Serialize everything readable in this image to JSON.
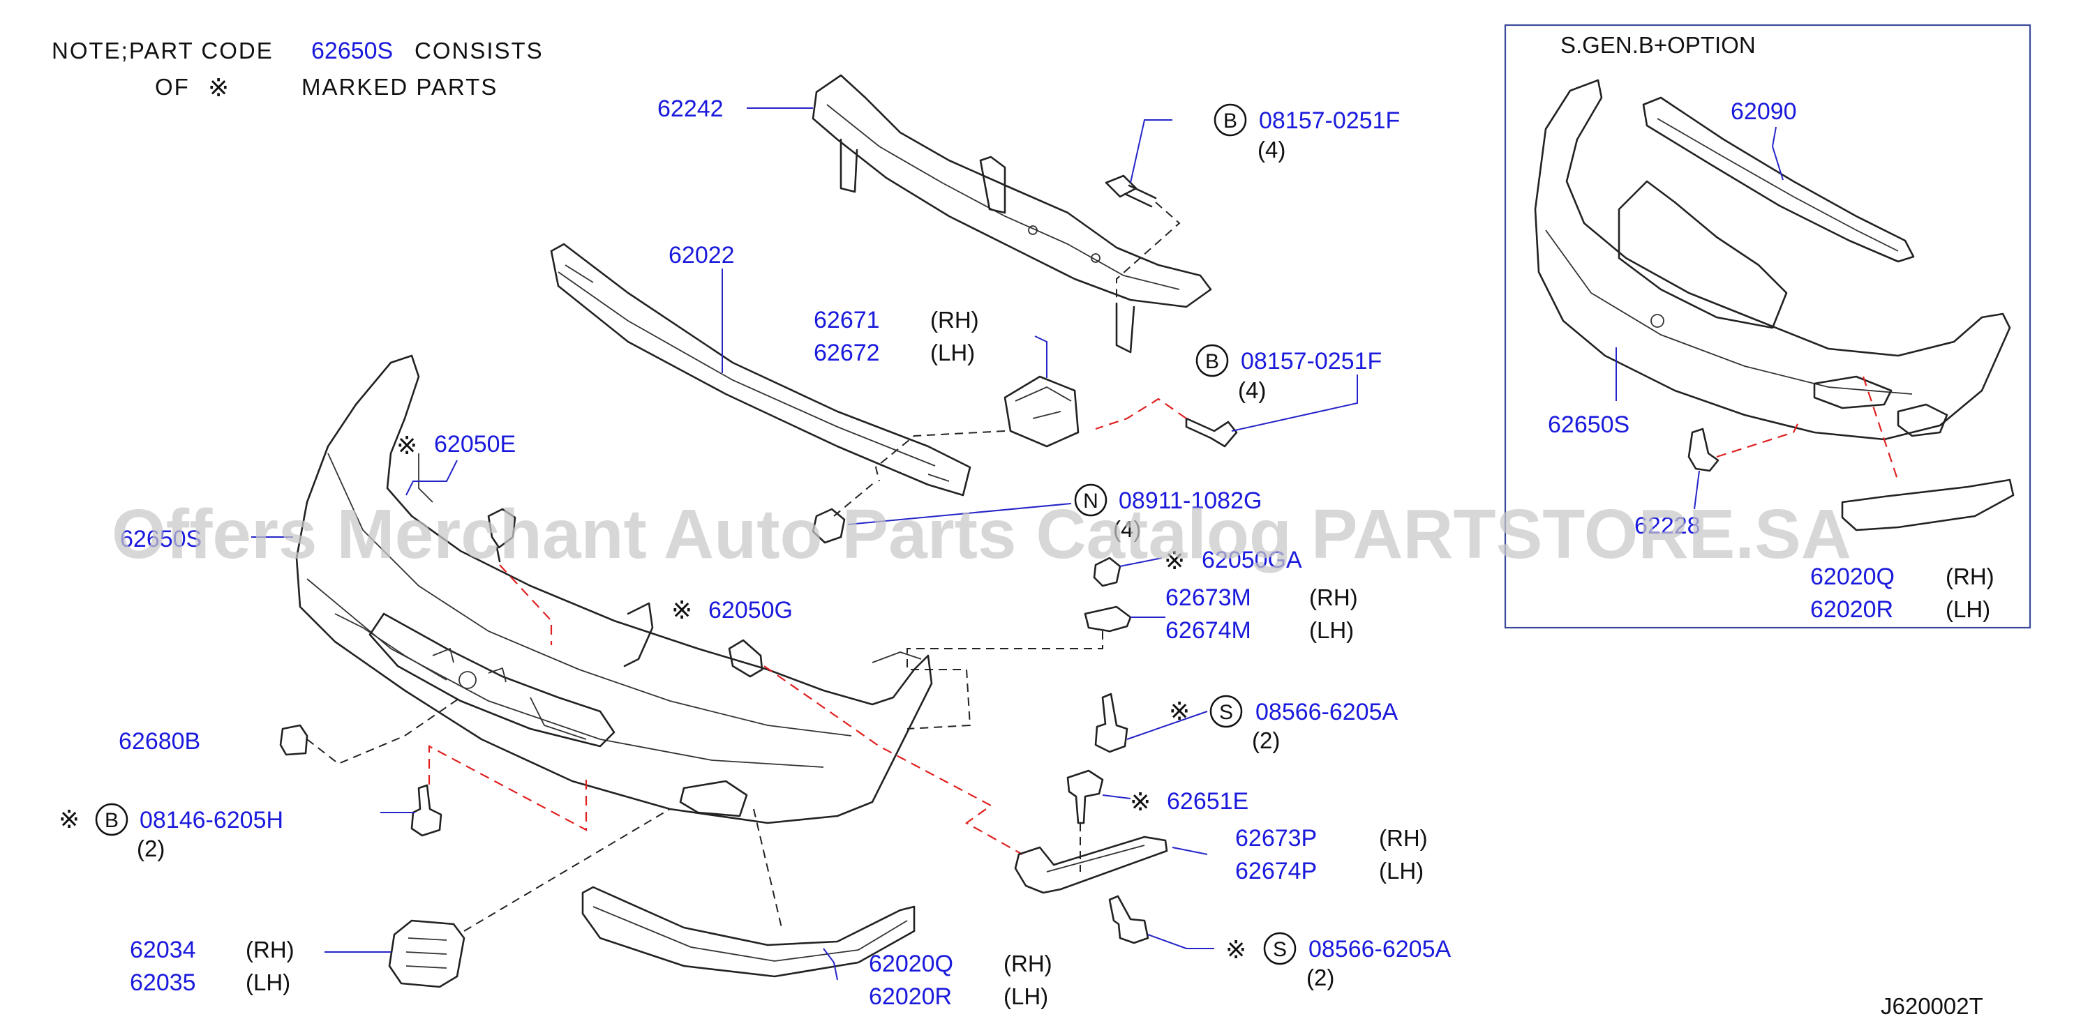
{
  "note": {
    "line1_prefix": "NOTE;PART CODE",
    "line1_code": "62650S",
    "line1_suffix": "CONSISTS",
    "line2_of": "OF",
    "line2_suffix": "MARKED PARTS"
  },
  "marker_symbol": "※",
  "labels": {
    "p62242": "62242",
    "p62022": "62022",
    "p62671": "62671",
    "p62671_side": "(RH)",
    "p62672": "62672",
    "p62672_side": "(LH)",
    "b1_letter": "B",
    "b1_code": "08157-0251F",
    "b1_qty": "(4)",
    "b2_letter": "B",
    "b2_code": "08157-0251F",
    "b2_qty": "(4)",
    "p62050e": "62050E",
    "n_letter": "N",
    "n_code": "08911-1082G",
    "n_qty": "(4)",
    "p62050ga": "62050GA",
    "p62673m": "62673M",
    "p62673m_side": "(RH)",
    "p62674m": "62674M",
    "p62674m_side": "(LH)",
    "p62650s_main": "62650S",
    "p62050g": "62050G",
    "s1_letter": "S",
    "s1_code": "08566-6205A",
    "s1_qty": "(2)",
    "p62680b": "62680B",
    "p62651e": "62651E",
    "bb_letter": "B",
    "bb_code": "08146-6205H",
    "bb_qty": "(2)",
    "p62673p": "62673P",
    "p62673p_side": "(RH)",
    "p62674p": "62674P",
    "p62674p_side": "(LH)",
    "p62034": "62034",
    "p62034_side": "(RH)",
    "p62035": "62035",
    "p62035_side": "(LH)",
    "p62020q": "62020Q",
    "p62020q_side": "(RH)",
    "p62020r": "62020R",
    "p62020r_side": "(LH)",
    "s2_letter": "S",
    "s2_code": "08566-6205A",
    "s2_qty": "(2)"
  },
  "inset": {
    "title": "S.GEN.B+OPTION",
    "p62090": "62090",
    "p62650s": "62650S",
    "p62228": "62228",
    "p62020q": "62020Q",
    "p62020q_side": "(RH)",
    "p62020r": "62020R",
    "p62020r_side": "(LH)"
  },
  "diagram_code": "J620002T",
  "watermark": "Offers Merchant Auto Parts Catalog PARTSTORE.SA",
  "colors": {
    "part_number": "#1a1adc",
    "text": "#111111",
    "leader": "#2424c8",
    "red_dash": "#e02020",
    "watermark": "#c8c8c8"
  }
}
